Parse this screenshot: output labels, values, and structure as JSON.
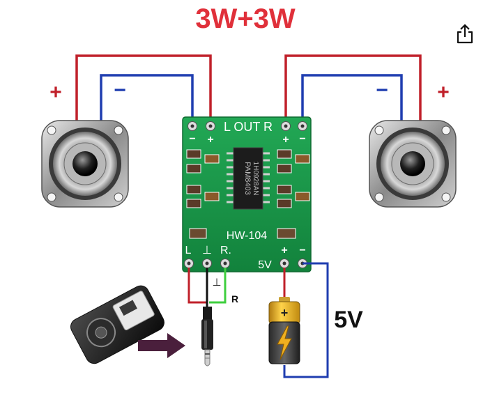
{
  "title": "3W+3W",
  "speaker_left": {
    "plus": "+",
    "minus": "−"
  },
  "speaker_right": {
    "plus": "+",
    "minus": "−"
  },
  "board": {
    "out_label": "L OUT R",
    "model": "HW-104",
    "chip_line1": "PAM8403",
    "chip_line2": "1H0928AN",
    "pin_minus": "−",
    "pin_plus": "+",
    "input_l": "L",
    "input_gnd": "⊥",
    "input_r": "R.",
    "power_5v": "5V",
    "power_plus": "+",
    "power_minus": "−"
  },
  "audio_jack": {
    "gnd_symbol": "⊥",
    "r_label": "R"
  },
  "battery_label": "5V",
  "icons": [
    "share-icon",
    "speaker-icon",
    "mp3-player-icon",
    "arrow-right-icon",
    "audio-jack-icon",
    "battery-icon",
    "lightning-icon"
  ],
  "colors": {
    "title": "#e0303a",
    "positive_wire": "#c0202a",
    "negative_wire": "#1f3db0",
    "pcb": "#1a9a4a",
    "green_wire": "#3ecf3e"
  }
}
